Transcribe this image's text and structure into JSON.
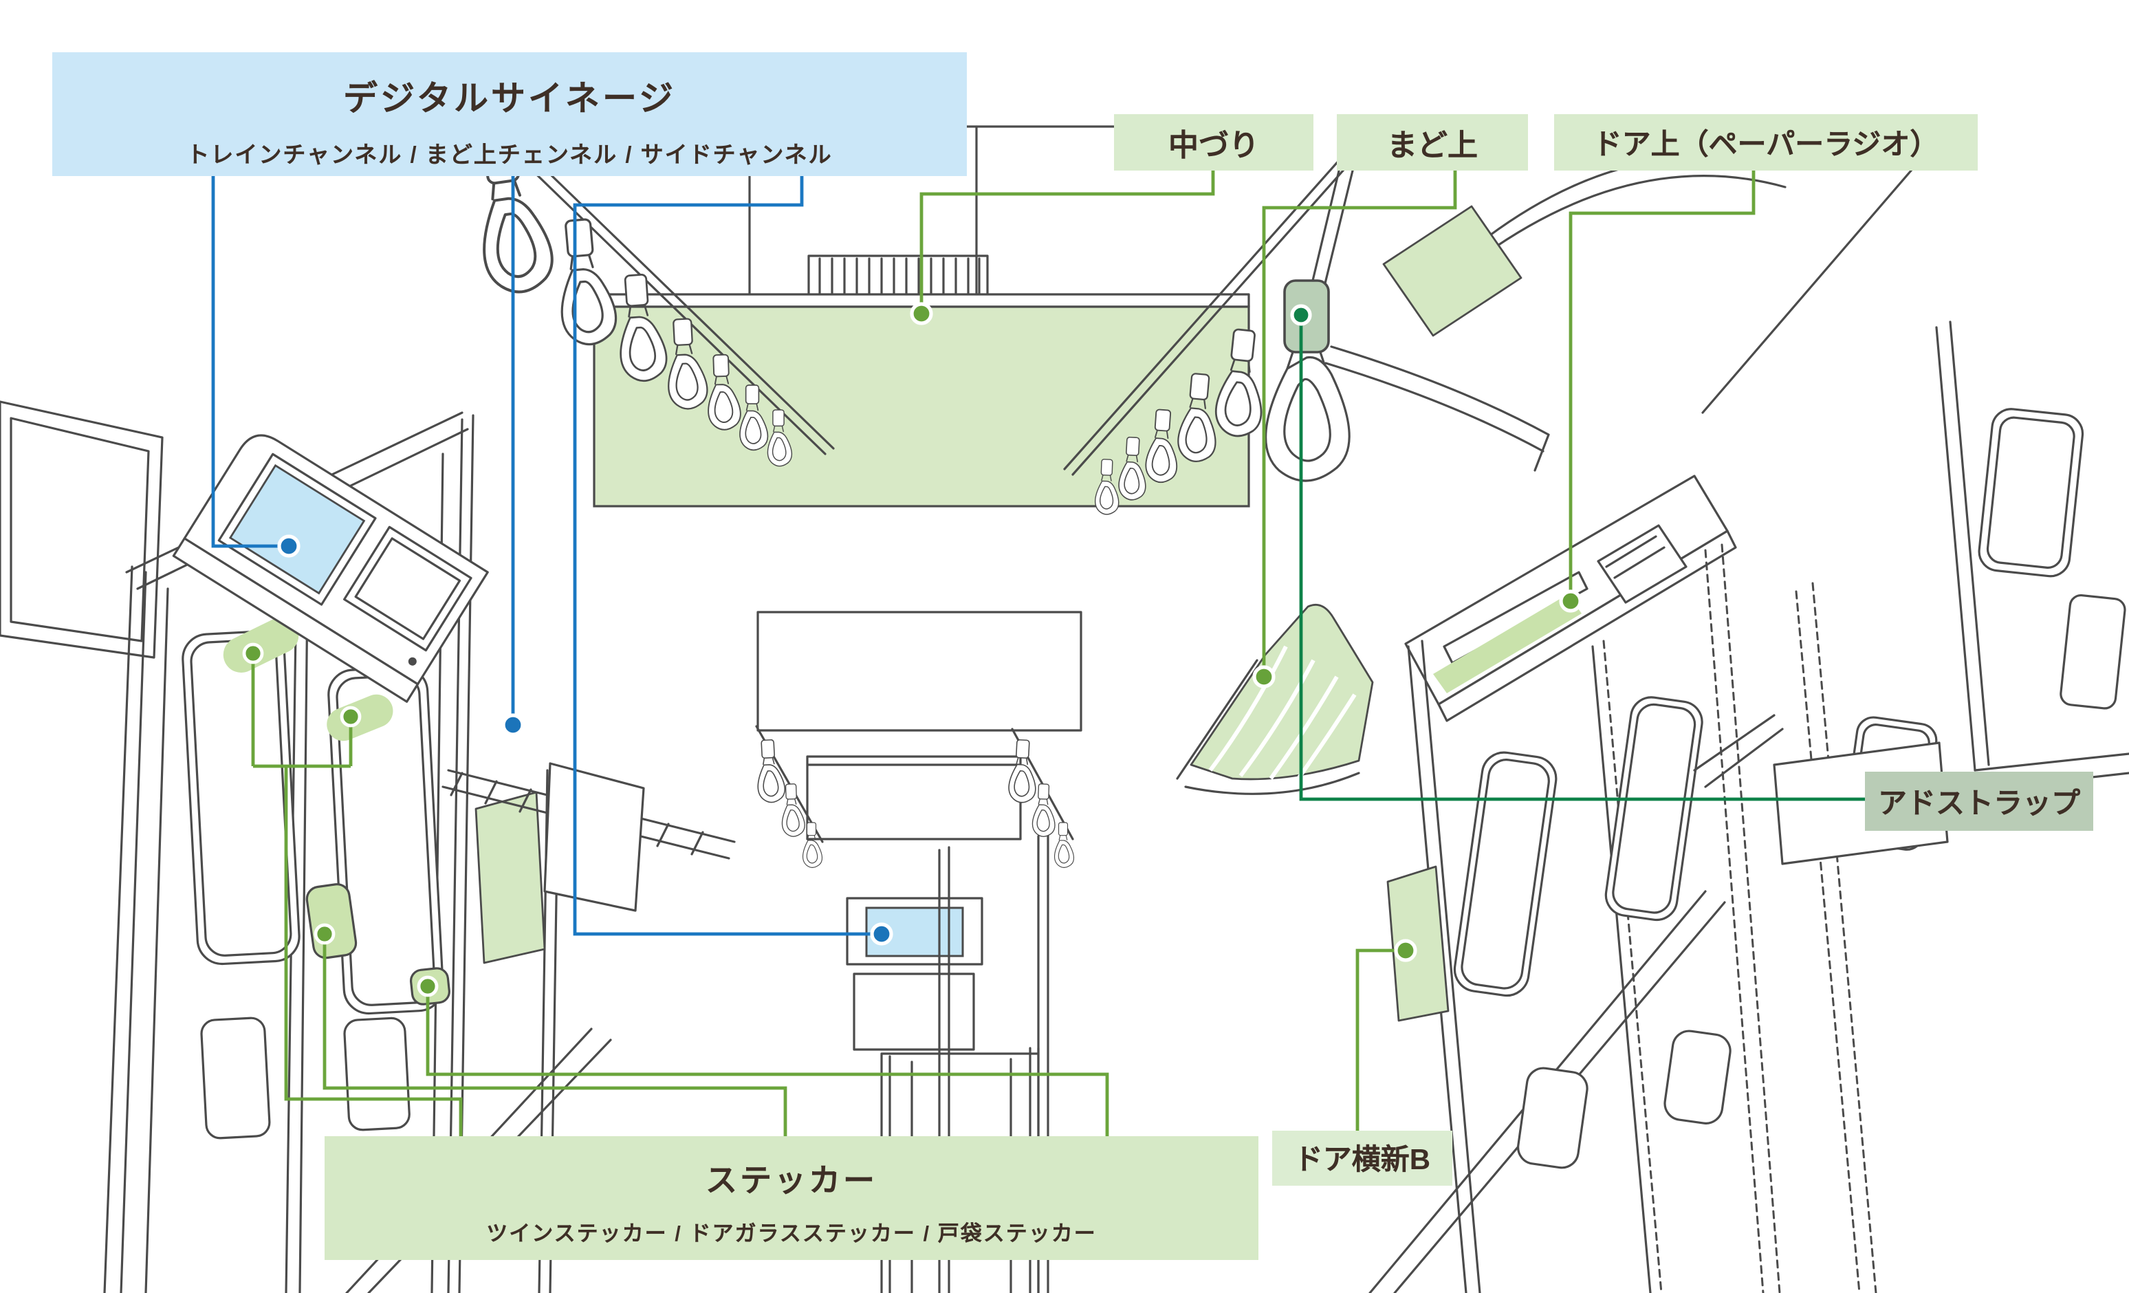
{
  "page": {
    "background": "#ffffff",
    "description_note": "train car interior ad-media location diagram"
  },
  "labels": {
    "digital_signage": {
      "title": "デジタルサイネージ",
      "subtitle": "トレインチャンネル / まど上チェンネル / サイドチャンネル",
      "bg": "#cbe7f8"
    },
    "nakazuri": {
      "text": "中づり",
      "bg": "#d9ebcd"
    },
    "madoue": {
      "text": "まど上",
      "bg": "#d9ebcd"
    },
    "doaue": {
      "text": "ドア上（ペーパーラジオ）",
      "bg": "#d9ebcd"
    },
    "adstrap": {
      "text": "アドストラップ",
      "bg": "#b9ccb6"
    },
    "doayoko_shin_b": {
      "text": "ドア横新B",
      "bg": "#dcedd2"
    },
    "sticker": {
      "title": "ステッカー",
      "subtitle": "ツインステッカー / ドアガラスステッカー / 戸袋ステッカー",
      "bg": "#d6e9c6"
    }
  },
  "colors": {
    "signage_line_blue": "#1b78c2",
    "media_line_green": "#6ba53c",
    "adstrap_line_dark_green": "#0e8249",
    "panel_green": "#d5e8c3",
    "screen_blue": "#c3e5f6",
    "label_text": "#3e2f26",
    "line_art": "#4b4b4b"
  }
}
